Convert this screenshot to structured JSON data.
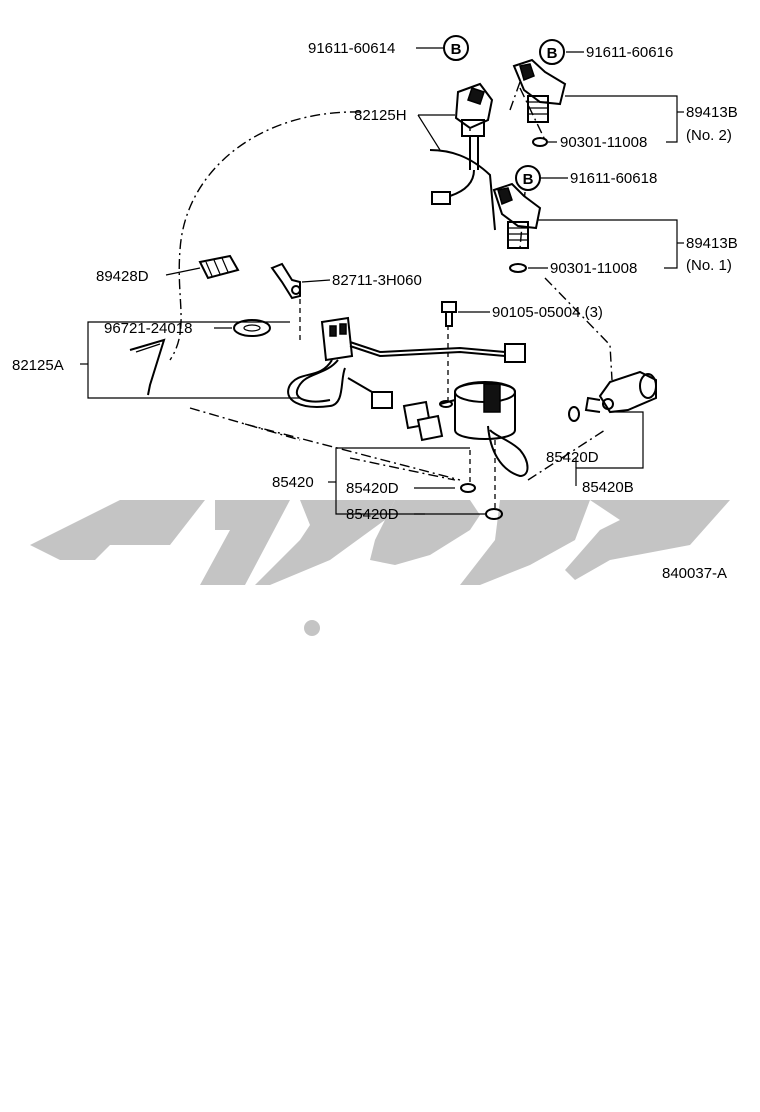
{
  "callouts": {
    "c_91611_60614": "91611-60614",
    "c_91611_60616": "91611-60616",
    "c_91611_60618": "91611-60618",
    "c_82125H": "82125H",
    "c_90301_11008_top": "90301-11008",
    "c_89413B_top": "89413B",
    "c_no2": "(No. 2)",
    "c_89413B_bot": "89413B",
    "c_no1": "(No. 1)",
    "c_90301_11008_bot": "90301-11008",
    "c_89428D": "89428D",
    "c_82711_3H060": "82711-3H060",
    "c_90105_05004": "90105-05004 (3)",
    "c_96721_24018": "96721-24018",
    "c_82125A": "82125A",
    "c_85420": "85420",
    "c_85420D_a": "85420D",
    "c_85420D_b": "85420D",
    "c_85420D_right": "85420D",
    "c_85420B": "85420B",
    "figure_id": "840037-A"
  },
  "ref_badges": {
    "b1": "B",
    "b2": "B",
    "b3": "B"
  },
  "watermark": {
    "text": "کوچ پخش",
    "color": "#c4c4c4"
  }
}
